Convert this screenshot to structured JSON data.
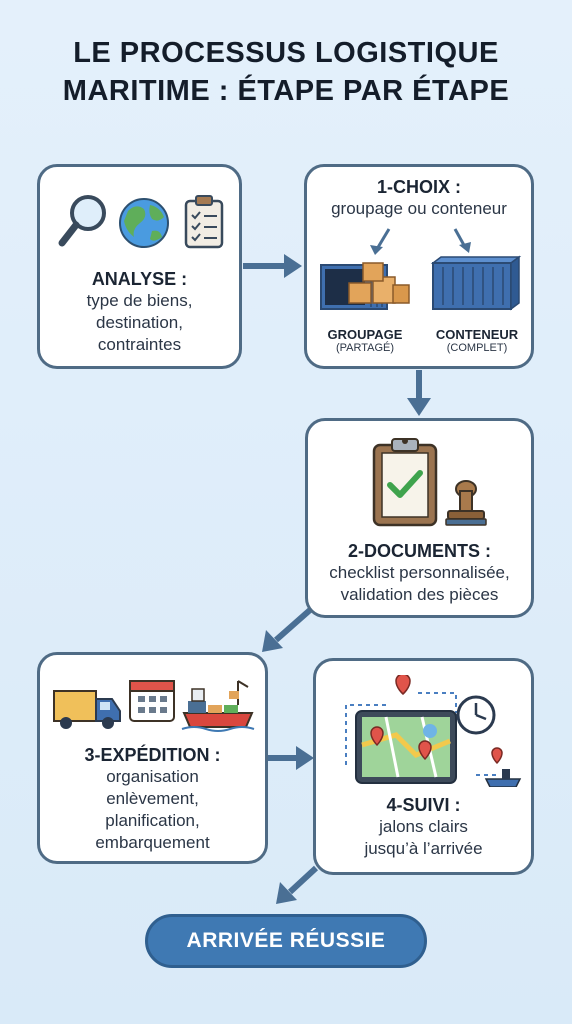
{
  "title": {
    "line1": "LE PROCESSUS LOGISTIQUE",
    "line2": "MARITIME : ÉTAPE PAR ÉTAPE"
  },
  "analyse": {
    "heading": "ANALYSE :",
    "line1": "type de biens,",
    "line2": "destination,",
    "line3": "contraintes"
  },
  "choix": {
    "heading": "1-CHOIX :",
    "subtitle": "groupage ou conteneur",
    "option1_title": "GROUPAGE",
    "option1_sub": "(PARTAGÉ)",
    "option2_title": "CONTENEUR",
    "option2_sub": "(COMPLET)"
  },
  "documents": {
    "heading": "2-DOCUMENTS :",
    "line1": "checklist personnalisée,",
    "line2": "validation des pièces"
  },
  "expedition": {
    "heading": "3-EXPÉDITION :",
    "line1": "organisation",
    "line2": "enlèvement,",
    "line3": "planification,",
    "line4": "embarquement"
  },
  "suivi": {
    "heading": "4-SUIVI :",
    "line1": "jalons clairs",
    "line2": "jusqu’à l’arrivée"
  },
  "final": {
    "label": "ARRIVÉE RÉUSSIE"
  },
  "colors": {
    "accent": "#3f79b3",
    "card_border": "#4f6b85",
    "arrow": "#4a6f94"
  }
}
